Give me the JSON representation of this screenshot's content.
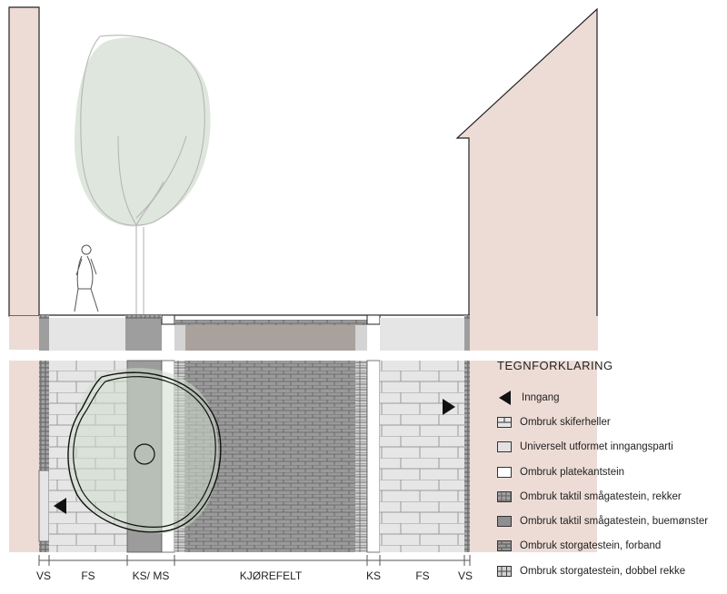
{
  "legend": {
    "title": "TEGNFORKLARING",
    "items": [
      {
        "label": "Inngang",
        "icon": "triangle-left-icon"
      },
      {
        "label": "Ombruk skiferheller",
        "icon": "slate-tiles-icon"
      },
      {
        "label": "Universelt utformet inngangsparti",
        "icon": "light-gray-square-icon"
      },
      {
        "label": "Ombruk platekantstein",
        "icon": "white-square-icon"
      },
      {
        "label": "Ombruk taktil smågatestein, rekker",
        "icon": "dark-dotted-square-icon"
      },
      {
        "label": "Ombruk taktil smågatestein, buemønster",
        "icon": "dark-gray-square-icon"
      },
      {
        "label": "Ombruk storgatestein, forband",
        "icon": "brick-gray-icon"
      },
      {
        "label": "Ombruk storgatestein, dobbel rekke",
        "icon": "double-row-icon"
      }
    ]
  },
  "sections": {
    "vs_left": "VS",
    "fs_left": "FS",
    "ks_ms": "KS/ MS",
    "kjorefelt": "KJØREFELT",
    "ks_right": "KS",
    "fs_right": "FS",
    "vs_right": "VS"
  },
  "colors": {
    "building": "#eddcd6",
    "asphalt": "#a9a19c",
    "tactile_dark": "#9c9c9c",
    "light_paving": "#e4e4e4",
    "tree": "#dfe6dd"
  }
}
